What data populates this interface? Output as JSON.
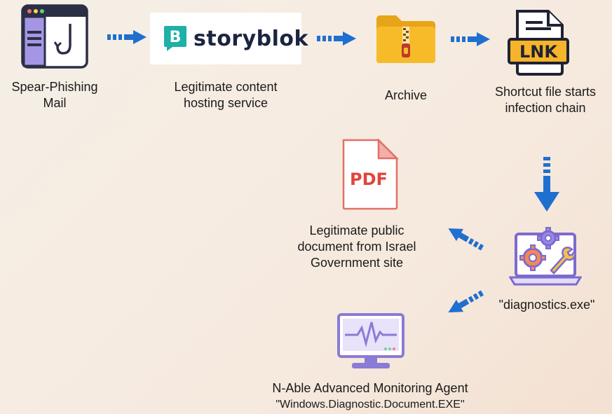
{
  "nodes": {
    "mail": {
      "label_line1": "Spear-Phishing",
      "label_line2": "Mail"
    },
    "hosting": {
      "logo_text": "storyblok",
      "logo_letter": "B",
      "label_line1": "Legitimate content",
      "label_line2": "hosting service"
    },
    "archive": {
      "label": "Archive"
    },
    "shortcut": {
      "icon_text": "LNK",
      "label_line1": "Shortcut file starts",
      "label_line2": "infection chain"
    },
    "pdf": {
      "icon_text": "PDF",
      "label_line1": "Legitimate public",
      "label_line2": "document from Israel",
      "label_line3": "Government site"
    },
    "diagnostics": {
      "label": "\"diagnostics.exe\""
    },
    "agent": {
      "label_line1": "N-Able Advanced Monitoring Agent",
      "label_line2": "\"Windows.Diagnostic.Document.EXE\""
    }
  },
  "colors": {
    "arrow": "#1f6fd1",
    "brand_teal": "#1fb0a8",
    "folder": "#f7bb2a",
    "pdf_red": "#e0453c",
    "monitor_purple": "#8a7bd6"
  }
}
